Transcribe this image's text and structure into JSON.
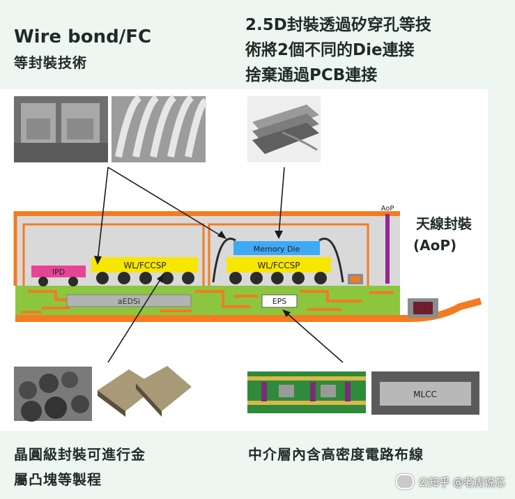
{
  "captions": {
    "wire_bond_line1": "Wire bond/FC",
    "wire_bond_line2": "等封裝技術",
    "die_25d_line1": "2.5D封裝透過矽穿孔等技",
    "die_25d_line2": "術將2個不同的Die連接",
    "die_25d_line3": "捨棄通過PCB連接",
    "aop_line1": "天線封裝",
    "aop_line2": "(AoP)",
    "wlp_line1": "晶圓級封裝可進行金",
    "wlp_line2": "屬凸塊等製程",
    "rdl_line1": "中介層內含高密度電路布線"
  },
  "diagram_labels": {
    "ipd": "IPD",
    "wl_fccsp_left": "WL/FCCSP",
    "wl_fccsp_right": "WL/FCCSP",
    "memory_die": "Memory Die",
    "aop_tag": "AoP",
    "aedsi": "aEDSi",
    "eps": "EPS",
    "mlcc": "MLCC"
  },
  "watermark": "公知乎 @老虎说芯",
  "colors": {
    "substrate_green": "#8cc63f",
    "trace_orange": "#f47b20",
    "chip_yellow": "#f7e600",
    "memory_blue": "#3fa9f5",
    "ipd_pink": "#e64595",
    "aop_purple": "#92278f",
    "mold_gray": "#d9d9d9"
  }
}
